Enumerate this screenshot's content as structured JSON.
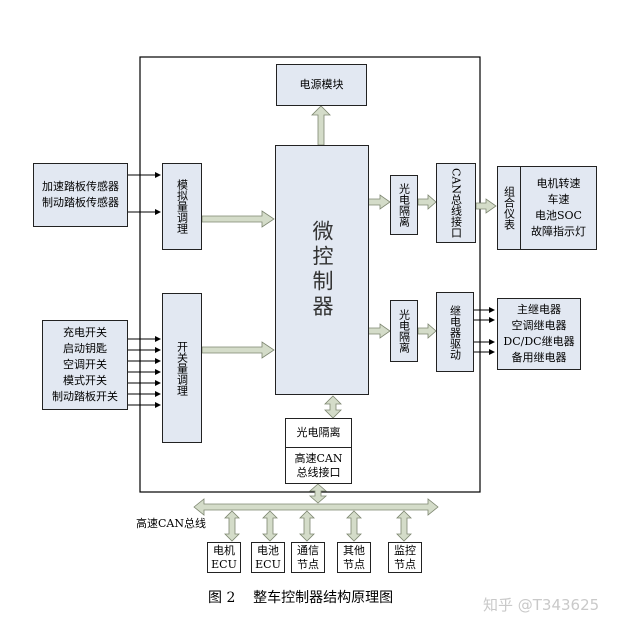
{
  "diagram": {
    "power_module": "电源模块",
    "mcu": "微控制器",
    "analog_cond": "模拟量调理",
    "switch_cond": "开关量调理",
    "opto1": "光电隔离",
    "opto2": "光电隔离",
    "can_if": "CAN总线接口",
    "relay_drv": "继电器驱动",
    "cluster": "组合仪表",
    "cluster_items": [
      "电机转速",
      "车速",
      "电池SOC",
      "故障指示灯"
    ],
    "relays": [
      "主继电器",
      "空调继电器",
      "DC/DC继电器",
      "备用继电器"
    ],
    "pedal_sensors": [
      "加速踏板传感器",
      "制动踏板传感器"
    ],
    "switches": [
      "充电开关",
      "启动钥匙",
      "空调开关",
      "模式开关",
      "制动踏板开关"
    ],
    "bottom_opto": "光电隔离",
    "bottom_can": [
      "高速CAN",
      "总线接口"
    ],
    "can_bus_label": "高速CAN总线",
    "nodes": [
      [
        "电机",
        "ECU"
      ],
      [
        "电池",
        "ECU"
      ],
      [
        "通信",
        "节点"
      ],
      [
        "其他",
        "节点"
      ],
      [
        "监控",
        "节点"
      ]
    ],
    "caption": "图 2    整车控制器结构原理图",
    "watermark": "知乎 @T343625"
  }
}
